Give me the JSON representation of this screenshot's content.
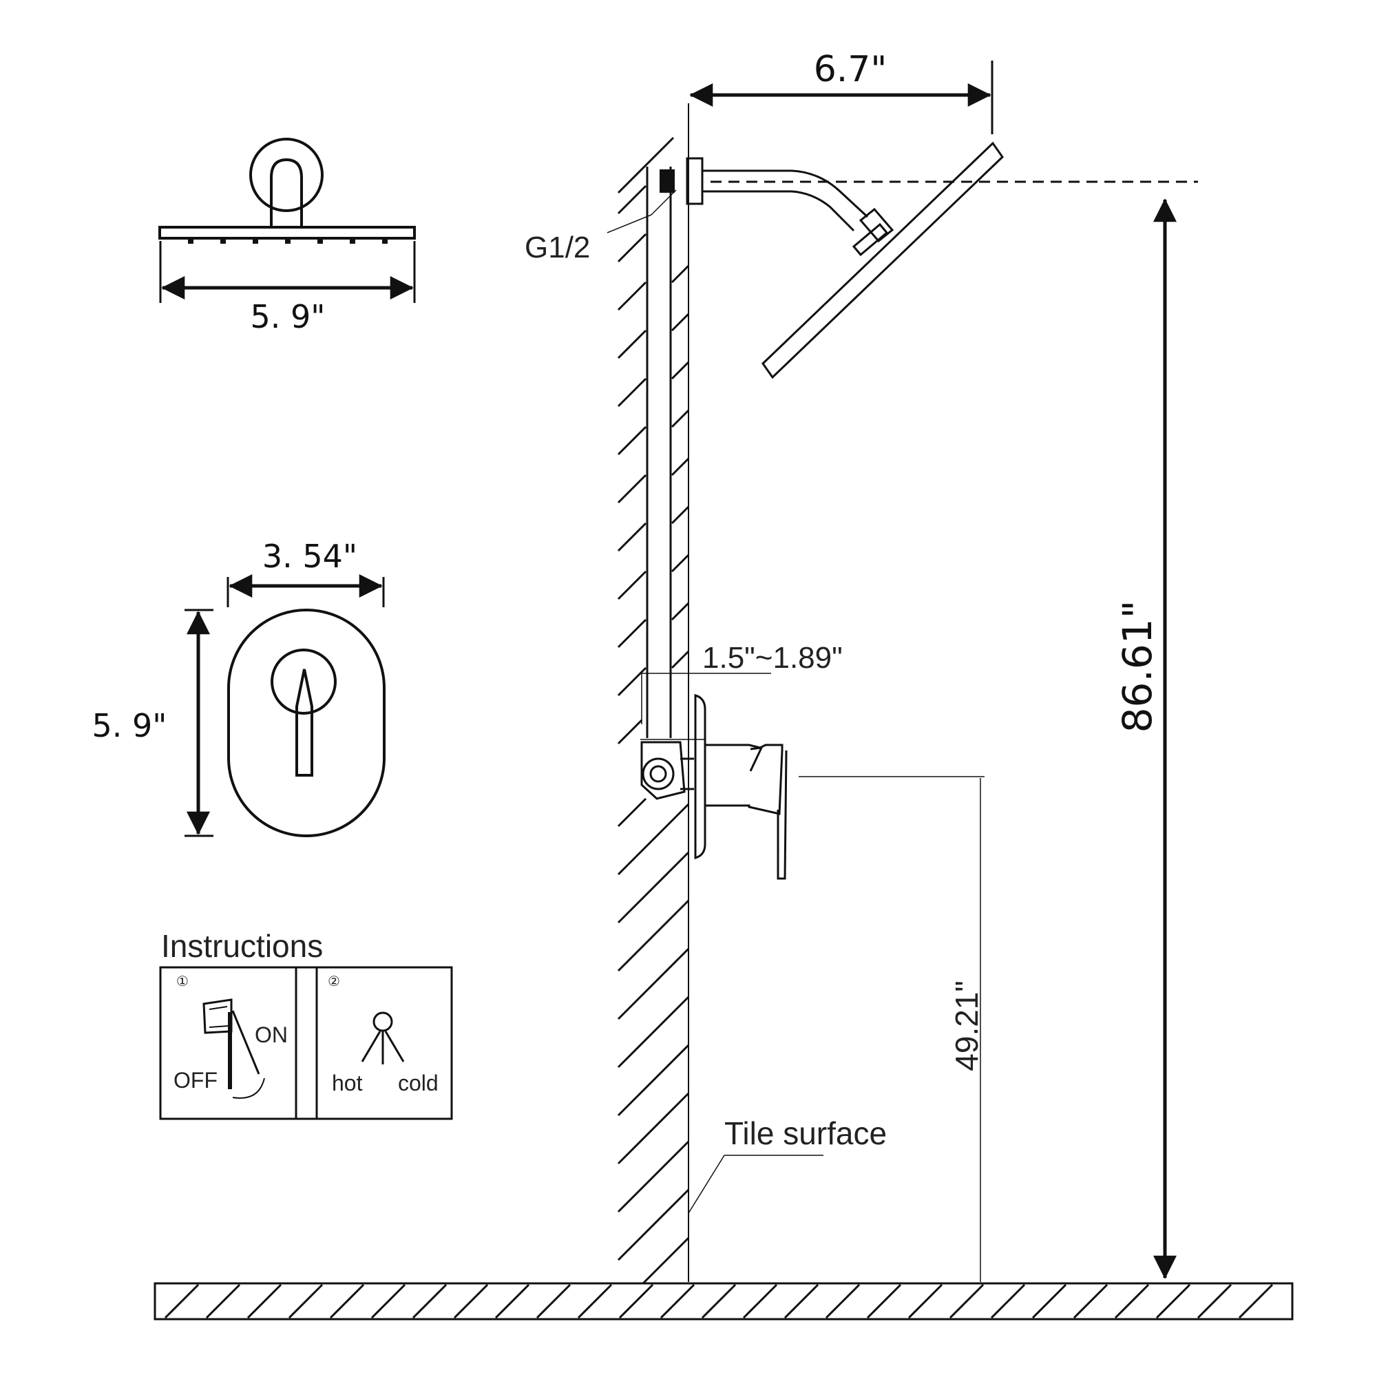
{
  "dimensions": {
    "head_width": "5. 9\"",
    "arm_reach": "6.7\"",
    "head_height": "86.61\"",
    "thread": "G1/2",
    "valve_depth": "1.5\"~1.89\"",
    "valve_height": "49.21\"",
    "plate_width": "3. 54\"",
    "plate_height": "5. 9\""
  },
  "labels": {
    "tile_surface": "Tile surface"
  },
  "instructions": {
    "title": "Instructions",
    "step1_num": "①",
    "step1_on": "ON",
    "step1_off": "OFF",
    "step2_num": "②",
    "step2_hot": "hot",
    "step2_cold": "cold"
  }
}
